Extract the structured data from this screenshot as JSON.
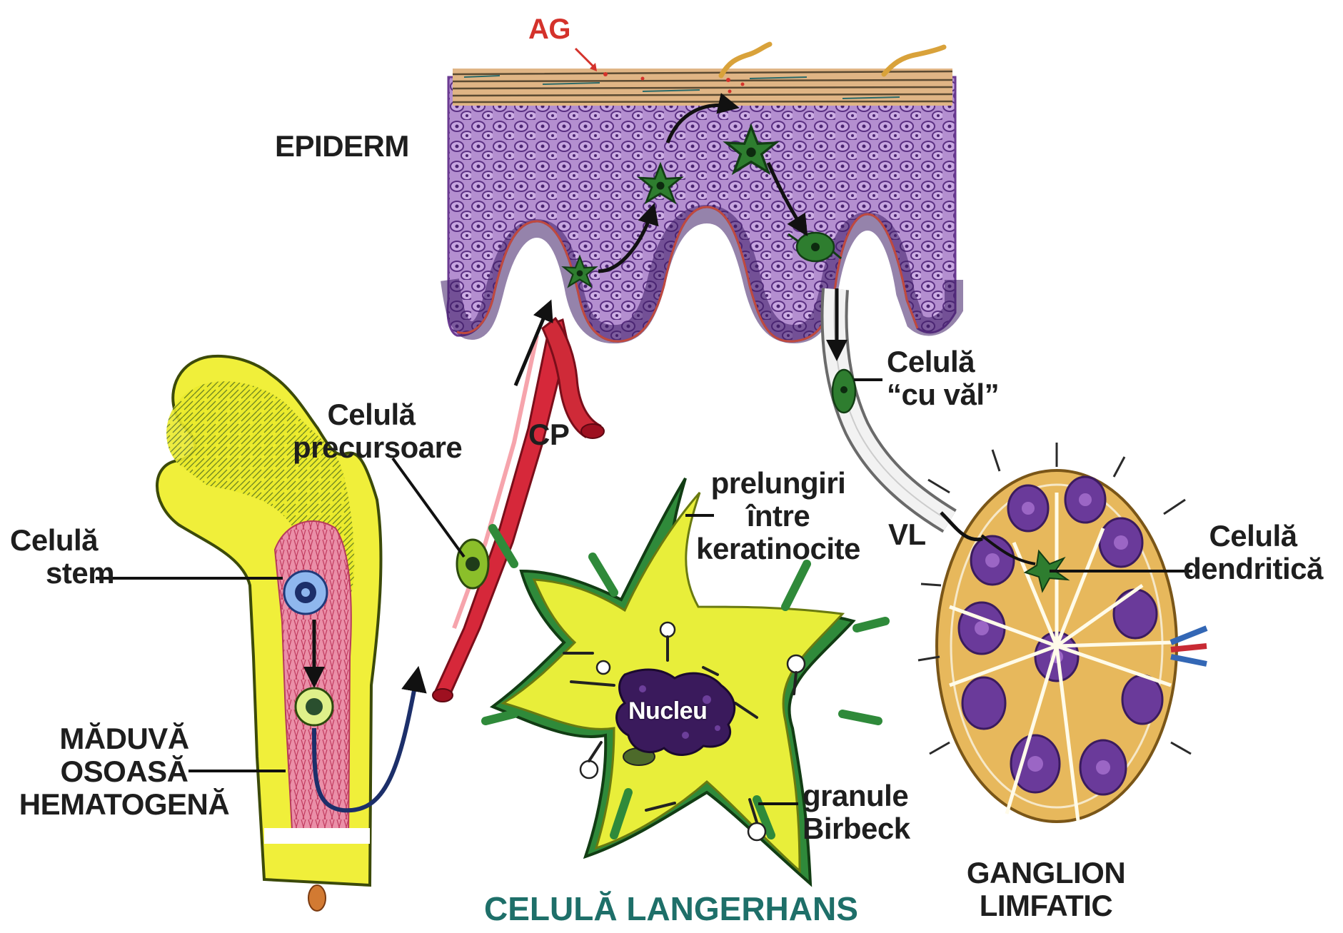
{
  "labels": {
    "ag": "AG",
    "epidermis": "EPIDERM",
    "precursor_cell": [
      "Celulă",
      "precursoare"
    ],
    "cp": "CP",
    "veiled_cell": [
      "Celulă",
      "“cu văl”"
    ],
    "stem_cell": [
      "Celulă",
      "stem"
    ],
    "bone_marrow": [
      "MĂDUVĂ",
      "OSOASĂ",
      "HEMATOGENĂ"
    ],
    "extensions": [
      "prelungiri",
      "între",
      "keratinocite"
    ],
    "nucleus": "Nucleu",
    "birbeck": [
      "granule",
      "Birbeck"
    ],
    "vl": "VL",
    "dendritic_cell": [
      "Celulă",
      "dendritică"
    ],
    "lymph_node": [
      "GANGLION",
      "LIMFATIC"
    ],
    "langerhans_title": "CELULĂ LANGERHANS"
  },
  "colors": {
    "label_text": "#1e1e1e",
    "ag_label": "#d4322b",
    "langerhans_title": "#1e6f69",
    "epidermis_violet": "#a77fc4",
    "bone_yellow": "#f0ef3a",
    "marrow_pink": "#e98aa4",
    "vessel_red": "#d6283a",
    "langerhans_green": "#2f8a3a",
    "lymph_node_orange": "#e7b85c",
    "follicle_purple": "#6a3a9a"
  }
}
